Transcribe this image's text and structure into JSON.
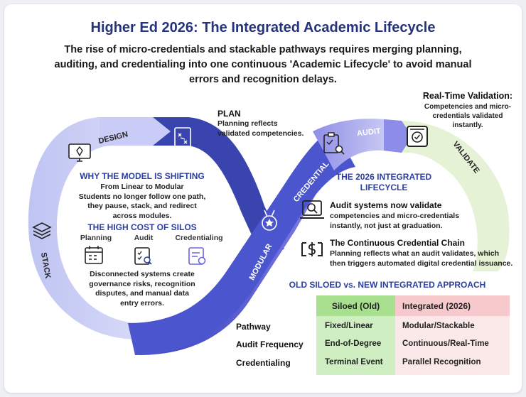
{
  "title": "Higher Ed 2026: The Integrated Academic Lifecycle",
  "subtitle": "The rise of micro-credentials and stackable pathways requires merging planning, auditing, and credentialing into one continuous 'Academic Lifecycle' to avoid manual errors and recognition delays.",
  "loop_labels": {
    "design": "DESIGN",
    "stack": "STACK",
    "modular": "MODULAR",
    "credential": "CREDENTIAL",
    "audit": "AUDIT",
    "validate": "VALIDATE"
  },
  "plan": {
    "heading": "PLAN",
    "text_line1": "Planning reflects",
    "text_line2": "validated competencies."
  },
  "realtime": {
    "heading": "Real-Time Validation:",
    "line1": "Competencies and micro-",
    "line2": "credentials validated",
    "line3": "instantly."
  },
  "left_panel": {
    "shift_heading": "WHY THE MODEL IS SHIFTING",
    "shift_line1": "From Linear to Modular",
    "shift_line2": "Students no longer follow one path,",
    "shift_line3": "they pause, stack, and redirect",
    "shift_line4": "across modules.",
    "silos_heading": "THE HIGH COST OF SILOS",
    "silo_planning": "Planning",
    "silo_audit": "Audit",
    "silo_credentialing": "Credentialing",
    "cost_line1": "Disconnected systems create",
    "cost_line2": "governance risks, recognition",
    "cost_line3": "disputes, and manual data",
    "cost_line4": "entry errors."
  },
  "right_panel": {
    "heading_line1": "THE 2026 INTEGRATED",
    "heading_line2": "LIFECYCLE",
    "item1_heading": "Audit systems now validate",
    "item1_line1": "competencies and micro-credentials",
    "item1_line2": "instantly, not just at graduation.",
    "item2_heading": "The Continuous Credential Chain",
    "item2_line1": "Planning reflects what an audit validates, which",
    "item2_line2": "then triggers automated digital credential issuance."
  },
  "comparison": {
    "heading": "OLD SILOED vs. NEW INTEGRATED APPROACH",
    "col_old": "Siloed (Old)",
    "col_new": "Integrated (2026)",
    "rows": [
      {
        "label": "Pathway",
        "old": "Fixed/Linear",
        "new": "Modular/Stackable"
      },
      {
        "label": "Audit Frequency",
        "old": "End-of-Degree",
        "new": "Continuous/Real-Time"
      },
      {
        "label": "Credentialing",
        "old": "Terminal Event",
        "new": "Parallel Recognition"
      }
    ]
  },
  "colors": {
    "title": "#24337a",
    "accent_blue": "#2c3fa0",
    "loop_light": "#c8ccf5",
    "loop_dark": "#3846b0",
    "validate_green": "#e9f4dc",
    "table_old": "#cfeec2",
    "table_new": "#f8d3d6"
  }
}
